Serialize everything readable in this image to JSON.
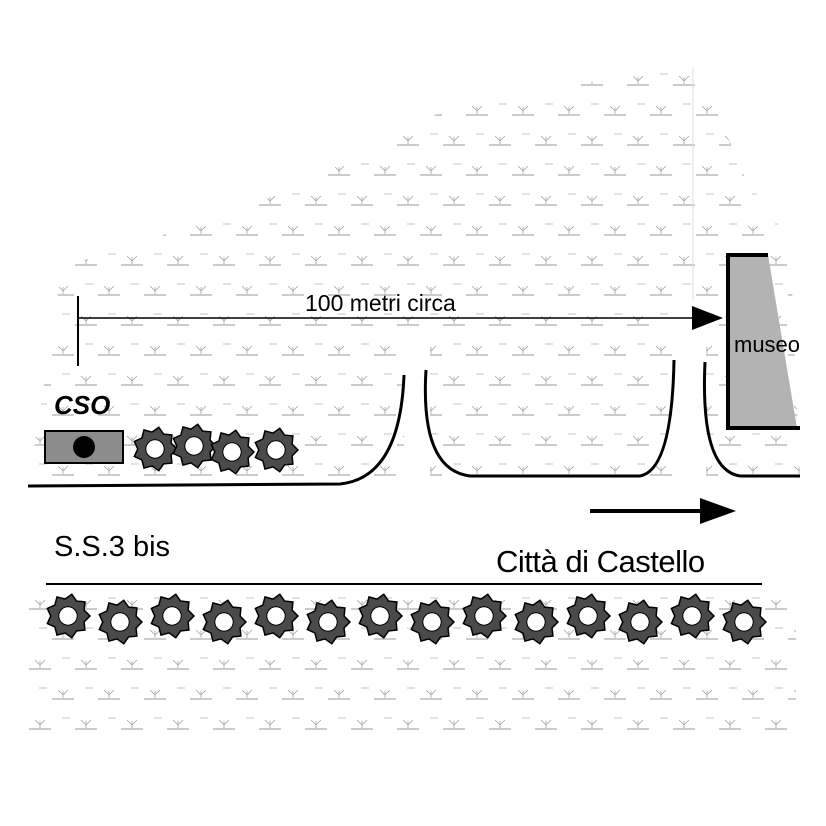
{
  "map": {
    "distance_label": "100 metri circa",
    "museum_label": "museo",
    "cso_label": "CSO",
    "road_label": "S.S.3 bis",
    "direction_label": "Città di Castello"
  },
  "colors": {
    "ink": "#000000",
    "museum_fill": "#b3b3b3",
    "cso_box_fill": "#8c8c8c",
    "field_mark": "#9a9a9a",
    "bush_fill": "#4a4a4a"
  },
  "icons": {
    "vegetation": "grass-tuft-icon",
    "bushes": "shrub-icon",
    "cso_marker": "observatory-marker-icon",
    "direction": "arrow-right-icon"
  }
}
